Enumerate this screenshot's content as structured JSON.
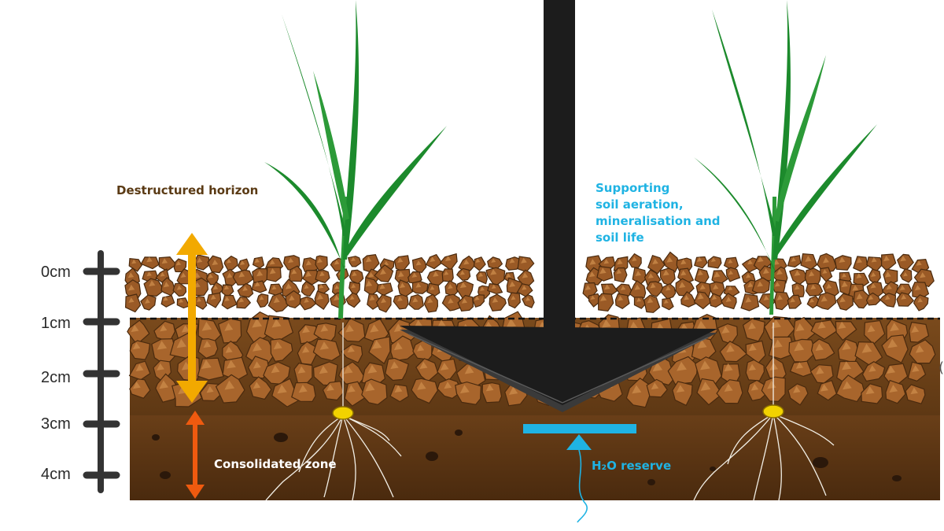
{
  "labels": {
    "destructured": "Destructured horizon",
    "consolidated": "Consolidated zone",
    "supporting_lines": [
      "Supporting",
      "soil aeration,",
      "mineralisation and",
      "soil life"
    ],
    "water": "H₂O reserve"
  },
  "depth_scale": [
    "0cm",
    "1cm",
    "2cm",
    "3cm",
    "4cm"
  ],
  "colors": {
    "label_brown": "#5a3a14",
    "label_blue": "#1fb3e3",
    "arrow_yellow": "#f2a900",
    "arrow_orange": "#ef5a0f",
    "soil_dark": "#5b3615",
    "clod": "#a8652c",
    "tool": "#1c1c1c",
    "leaf": "#1c8a2c"
  }
}
